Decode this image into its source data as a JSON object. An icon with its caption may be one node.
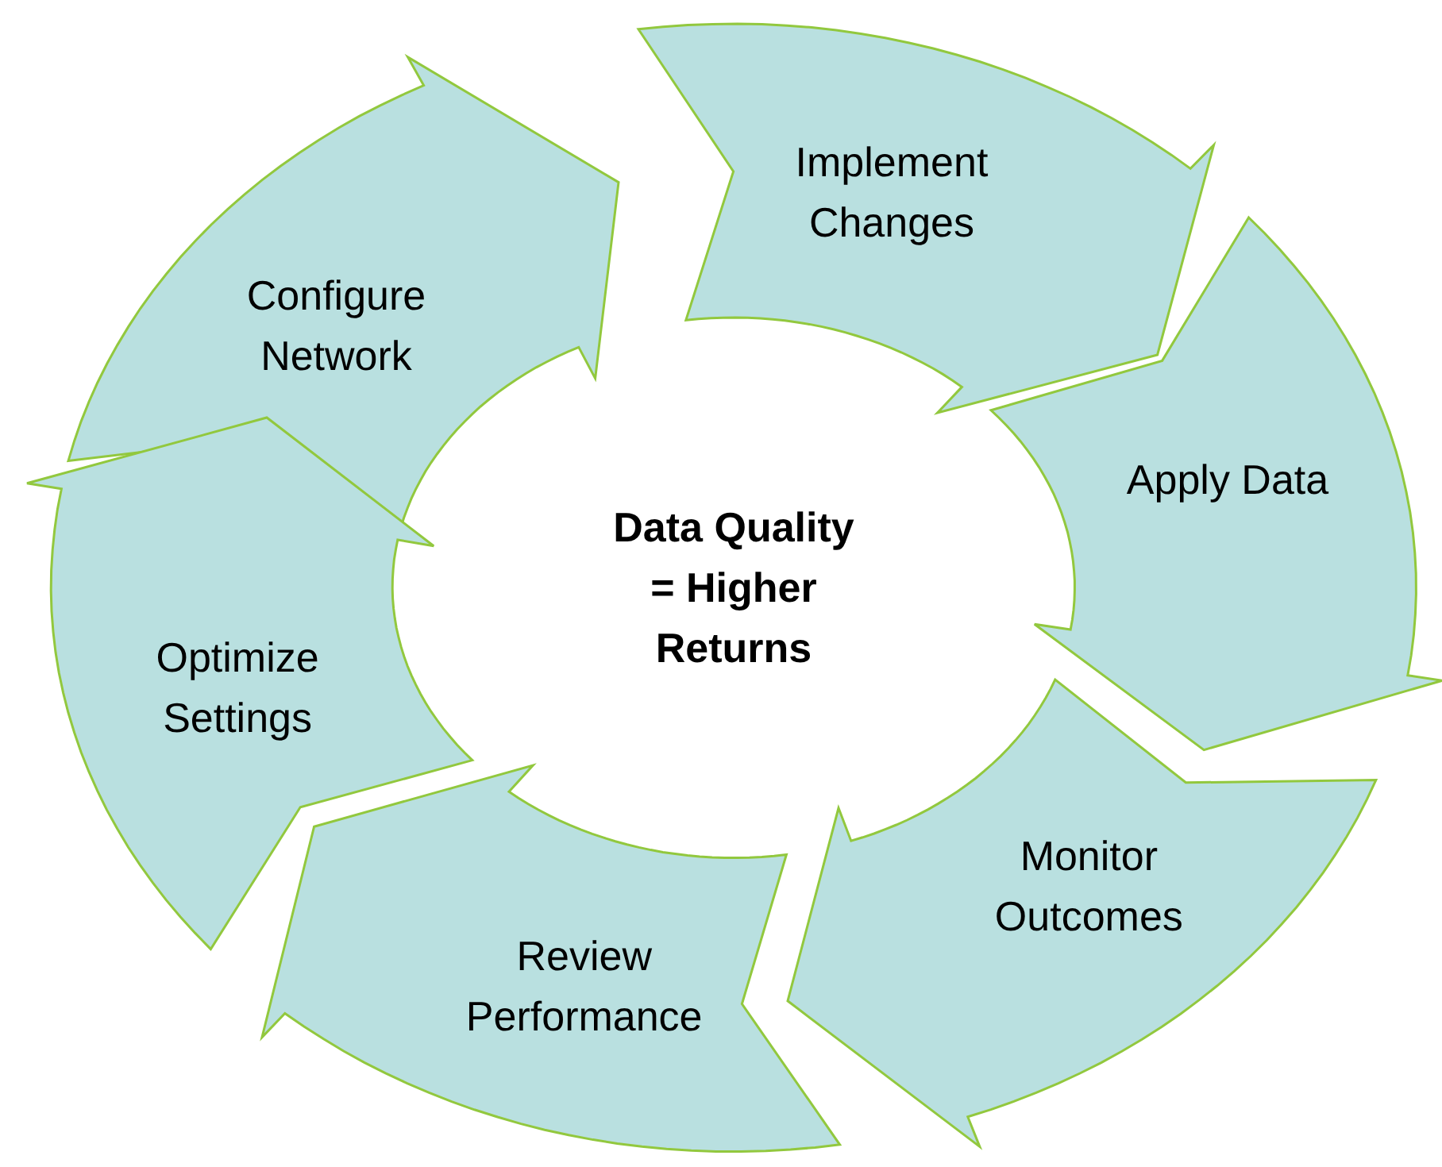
{
  "diagram": {
    "nodes": [
      {
        "text": [
          "Configure Network"
        ]
      },
      {
        "text": [
          "Implement Changes"
        ]
      },
      {
        "text": [
          "Apply Data"
        ]
      },
      {
        "text": [
          "Monitor Outcomes"
        ]
      },
      {
        "text": [
          "Review Performance"
        ]
      },
      {
        "text": [
          "Optimize Settings"
        ]
      }
    ],
    "labels": [
      "Data Quality = Higher Returns"
    ]
  }
}
